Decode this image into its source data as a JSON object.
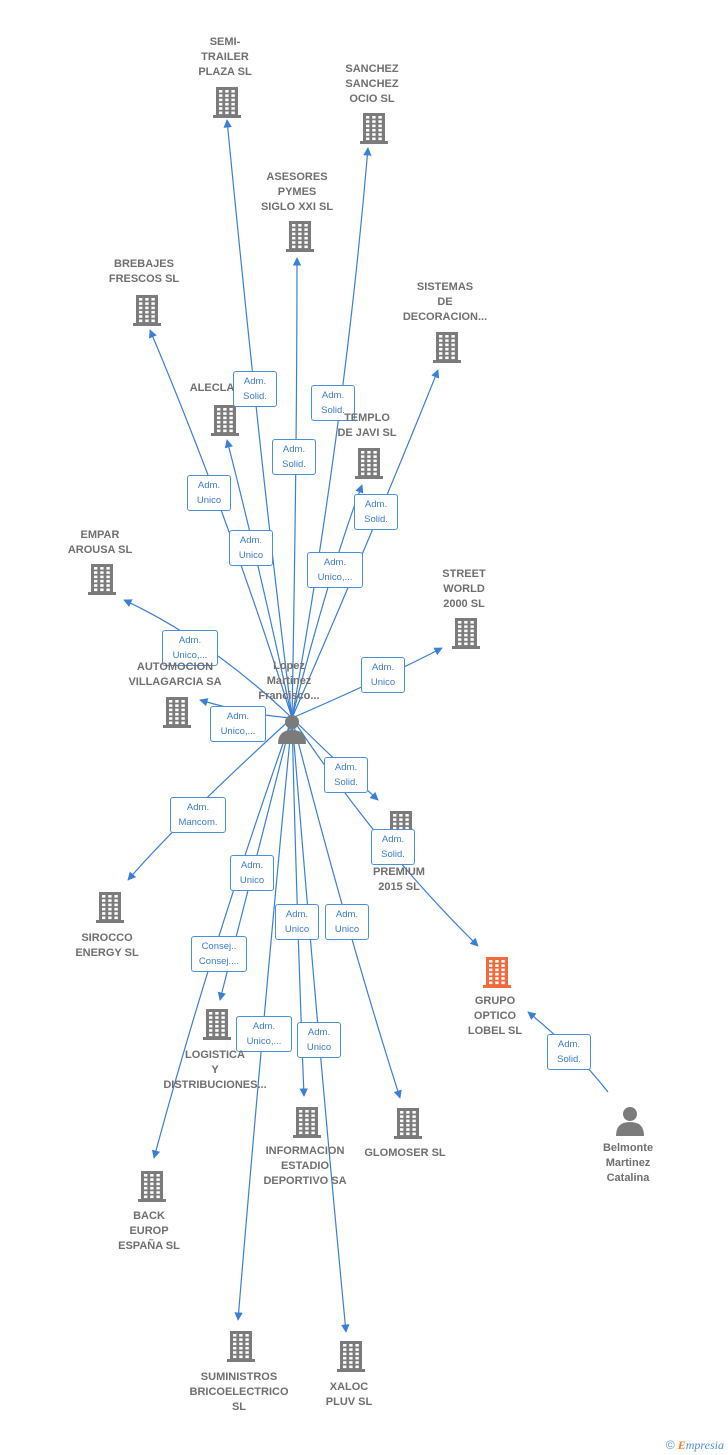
{
  "colors": {
    "edge": "#3a7fd5",
    "building": "#7b7b7b",
    "building_highlight": "#f26a3b",
    "person": "#7b7b7b"
  },
  "center": {
    "label": "Lopez\nMartinez\nFrancisco..."
  },
  "secondary_person": {
    "label": "Belmonte\nMartinez\nCatalina"
  },
  "companies": [
    {
      "id": "semitrailer",
      "label": "SEMI-\nTRAILER\nPLAZA  SL"
    },
    {
      "id": "sanchez",
      "label": "SANCHEZ\nSANCHEZ\nOCIO SL"
    },
    {
      "id": "asesores",
      "label": "ASESORES\nPYMES\nSIGLO XXI  SL"
    },
    {
      "id": "brebajes",
      "label": "BREBAJES\nFRESCOS SL"
    },
    {
      "id": "sistemas",
      "label": "SISTEMAS\nDE\nDECORACION..."
    },
    {
      "id": "alecla",
      "label": "ALECLA"
    },
    {
      "id": "templo",
      "label": "TEMPLO\nDE JAVI SL"
    },
    {
      "id": "empar",
      "label": "EMPAR\nAROUSA  SL"
    },
    {
      "id": "street",
      "label": "STREET\nWORLD\n2000 SL"
    },
    {
      "id": "automocion",
      "label": "AUTOMOCION\nVILLAGARCIA SA"
    },
    {
      "id": "premium",
      "label": "PREMIUM\n2015  SL"
    },
    {
      "id": "sirocco",
      "label": "SIROCCO\nENERGY  SL"
    },
    {
      "id": "grupo",
      "label": "GRUPO\nOPTICO\nLOBEL  SL"
    },
    {
      "id": "logistica",
      "label": "LOGISTICA\nY\nDISTRIBUCIONES..."
    },
    {
      "id": "informacion",
      "label": "INFORMACION\nESTADIO\nDEPORTIVO SA"
    },
    {
      "id": "glomoser",
      "label": "GLOMOSER SL"
    },
    {
      "id": "back",
      "label": "BACK\nEUROP\nESPAÑA SL"
    },
    {
      "id": "suministros",
      "label": "SUMINISTROS\nBRICOELECTRICO\nSL"
    },
    {
      "id": "xaloc",
      "label": "XALOC\nPLUV  SL"
    }
  ],
  "edges": [
    {
      "to": "semitrailer",
      "label": "Adm.\nSolid."
    },
    {
      "to": "sanchez",
      "label": "Adm.\nSolid."
    },
    {
      "to": "asesores",
      "label": "Adm.\nSolid."
    },
    {
      "to": "brebajes",
      "label": "Adm.\nUnico"
    },
    {
      "to": "sistemas",
      "label": "Adm.\nSolid."
    },
    {
      "to": "alecla",
      "label": "Adm.\nUnico"
    },
    {
      "to": "templo",
      "label": "Adm.\nUnico,..."
    },
    {
      "to": "empar",
      "label": "Adm.\nUnico,..."
    },
    {
      "to": "street",
      "label": "Adm.\nUnico"
    },
    {
      "to": "automocion",
      "label": "Adm.\nUnico,..."
    },
    {
      "to": "premium",
      "label": "Adm.\nSolid."
    },
    {
      "to": "grupo",
      "label": "Adm.\nSolid."
    },
    {
      "to": "sirocco",
      "label": "Adm.\nMancom."
    },
    {
      "to": "logistica",
      "label": "Adm.\nUnico"
    },
    {
      "to": "back",
      "label": "Consej..\nConsej...."
    },
    {
      "to": "informacion",
      "label": "Adm.\nUnico"
    },
    {
      "to": "glomoser",
      "label": "Adm.\nUnico"
    },
    {
      "to": "suministros",
      "label": "Adm.\nUnico,..."
    },
    {
      "to": "xaloc",
      "label": "Adm.\nUnico"
    },
    {
      "from": "secondary",
      "to": "grupo",
      "label": "Adm.\nSolid."
    }
  ],
  "footer": {
    "copyright": "©",
    "brand_first": "E",
    "brand_rest": "mpresia"
  }
}
